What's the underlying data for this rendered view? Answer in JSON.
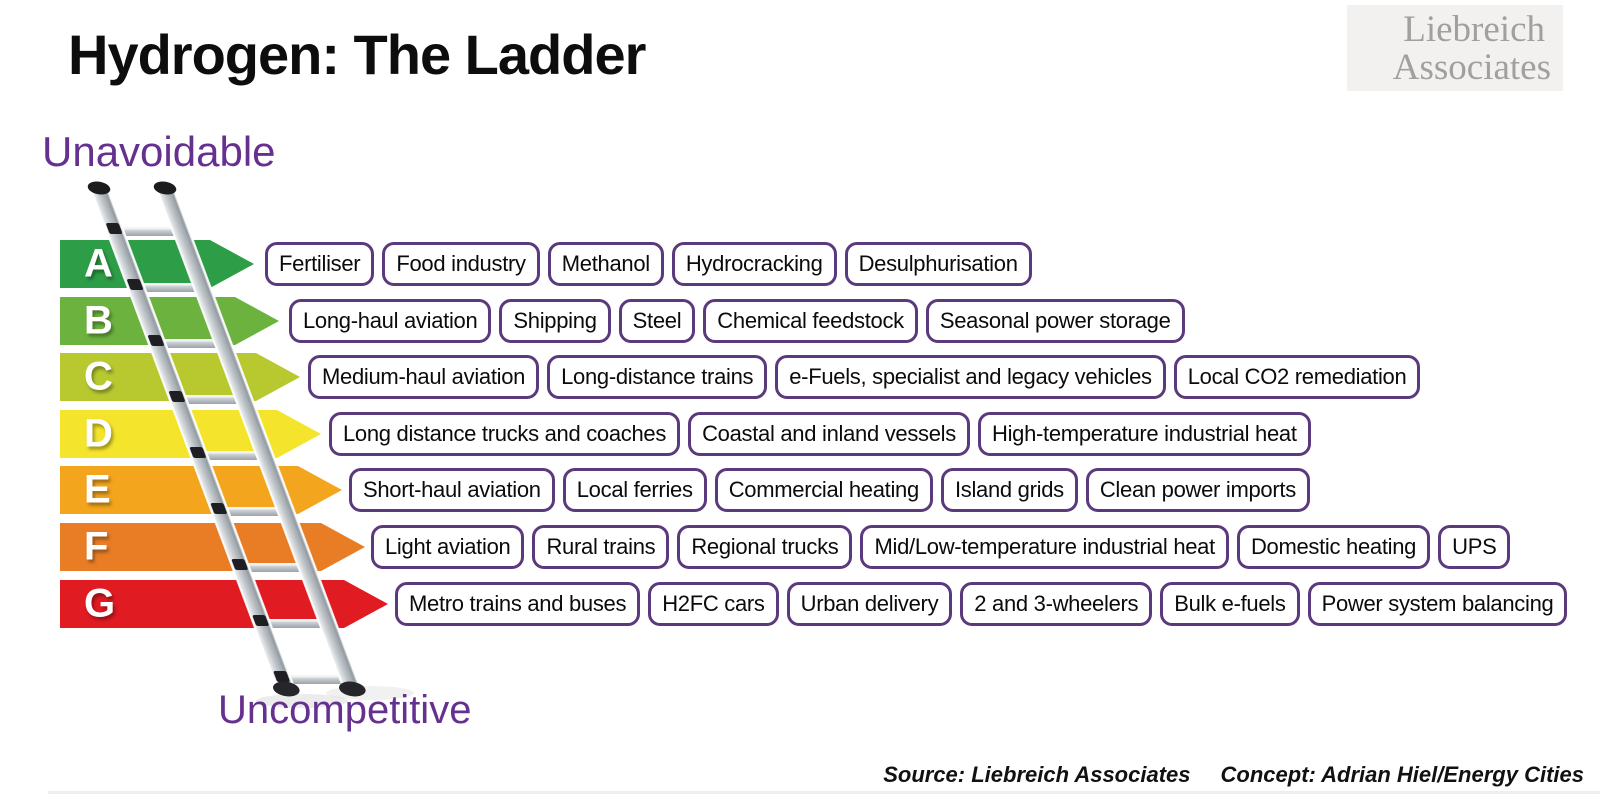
{
  "header": {
    "title": "Hydrogen: The Ladder"
  },
  "logo": {
    "line1": "Liebreich",
    "line2": "Associates"
  },
  "footer": {
    "source": "Source: Liebreich Associates",
    "concept": "Concept: Adrian Hiel/Energy Cities"
  },
  "colors": {
    "pill_border": "#5a3a7c",
    "axis_label_purple": "#66308f",
    "grade_letter": "#ffffff"
  },
  "chart_data": {
    "type": "table",
    "title": "Hydrogen: The Ladder",
    "top_axis_label": "Unavoidable",
    "bottom_axis_label": "Uncompetitive",
    "categories": [
      "A",
      "B",
      "C",
      "D",
      "E",
      "F",
      "G"
    ],
    "rows": [
      {
        "grade": "A",
        "color": "#2d9e47",
        "use_cases": [
          "Fertiliser",
          "Food industry",
          "Methanol",
          "Hydrocracking",
          "Desulphurisation"
        ]
      },
      {
        "grade": "B",
        "color": "#6cb23e",
        "use_cases": [
          "Long-haul aviation",
          "Shipping",
          "Steel",
          "Chemical feedstock",
          "Seasonal power storage"
        ]
      },
      {
        "grade": "C",
        "color": "#b8c930",
        "use_cases": [
          "Medium-haul aviation",
          "Long-distance trains",
          "e-Fuels, specialist and legacy vehicles",
          "Local CO2 remediation"
        ]
      },
      {
        "grade": "D",
        "color": "#f4e42c",
        "use_cases": [
          "Long distance trucks and coaches",
          "Coastal and inland vessels",
          "High-temperature industrial heat"
        ]
      },
      {
        "grade": "E",
        "color": "#f2a51d",
        "use_cases": [
          "Short-haul aviation",
          "Local ferries",
          "Commercial heating",
          "Island grids",
          "Clean power imports"
        ]
      },
      {
        "grade": "F",
        "color": "#e97d26",
        "use_cases": [
          "Light aviation",
          "Rural trains",
          "Regional trucks",
          "Mid/Low-temperature industrial heat",
          "Domestic heating",
          "UPS"
        ]
      },
      {
        "grade": "G",
        "color": "#e11b22",
        "use_cases": [
          "Metro trains and buses",
          "H2FC cars",
          "Urban delivery",
          "2 and 3-wheelers",
          "Bulk e-fuels",
          "Power system balancing"
        ]
      }
    ]
  }
}
